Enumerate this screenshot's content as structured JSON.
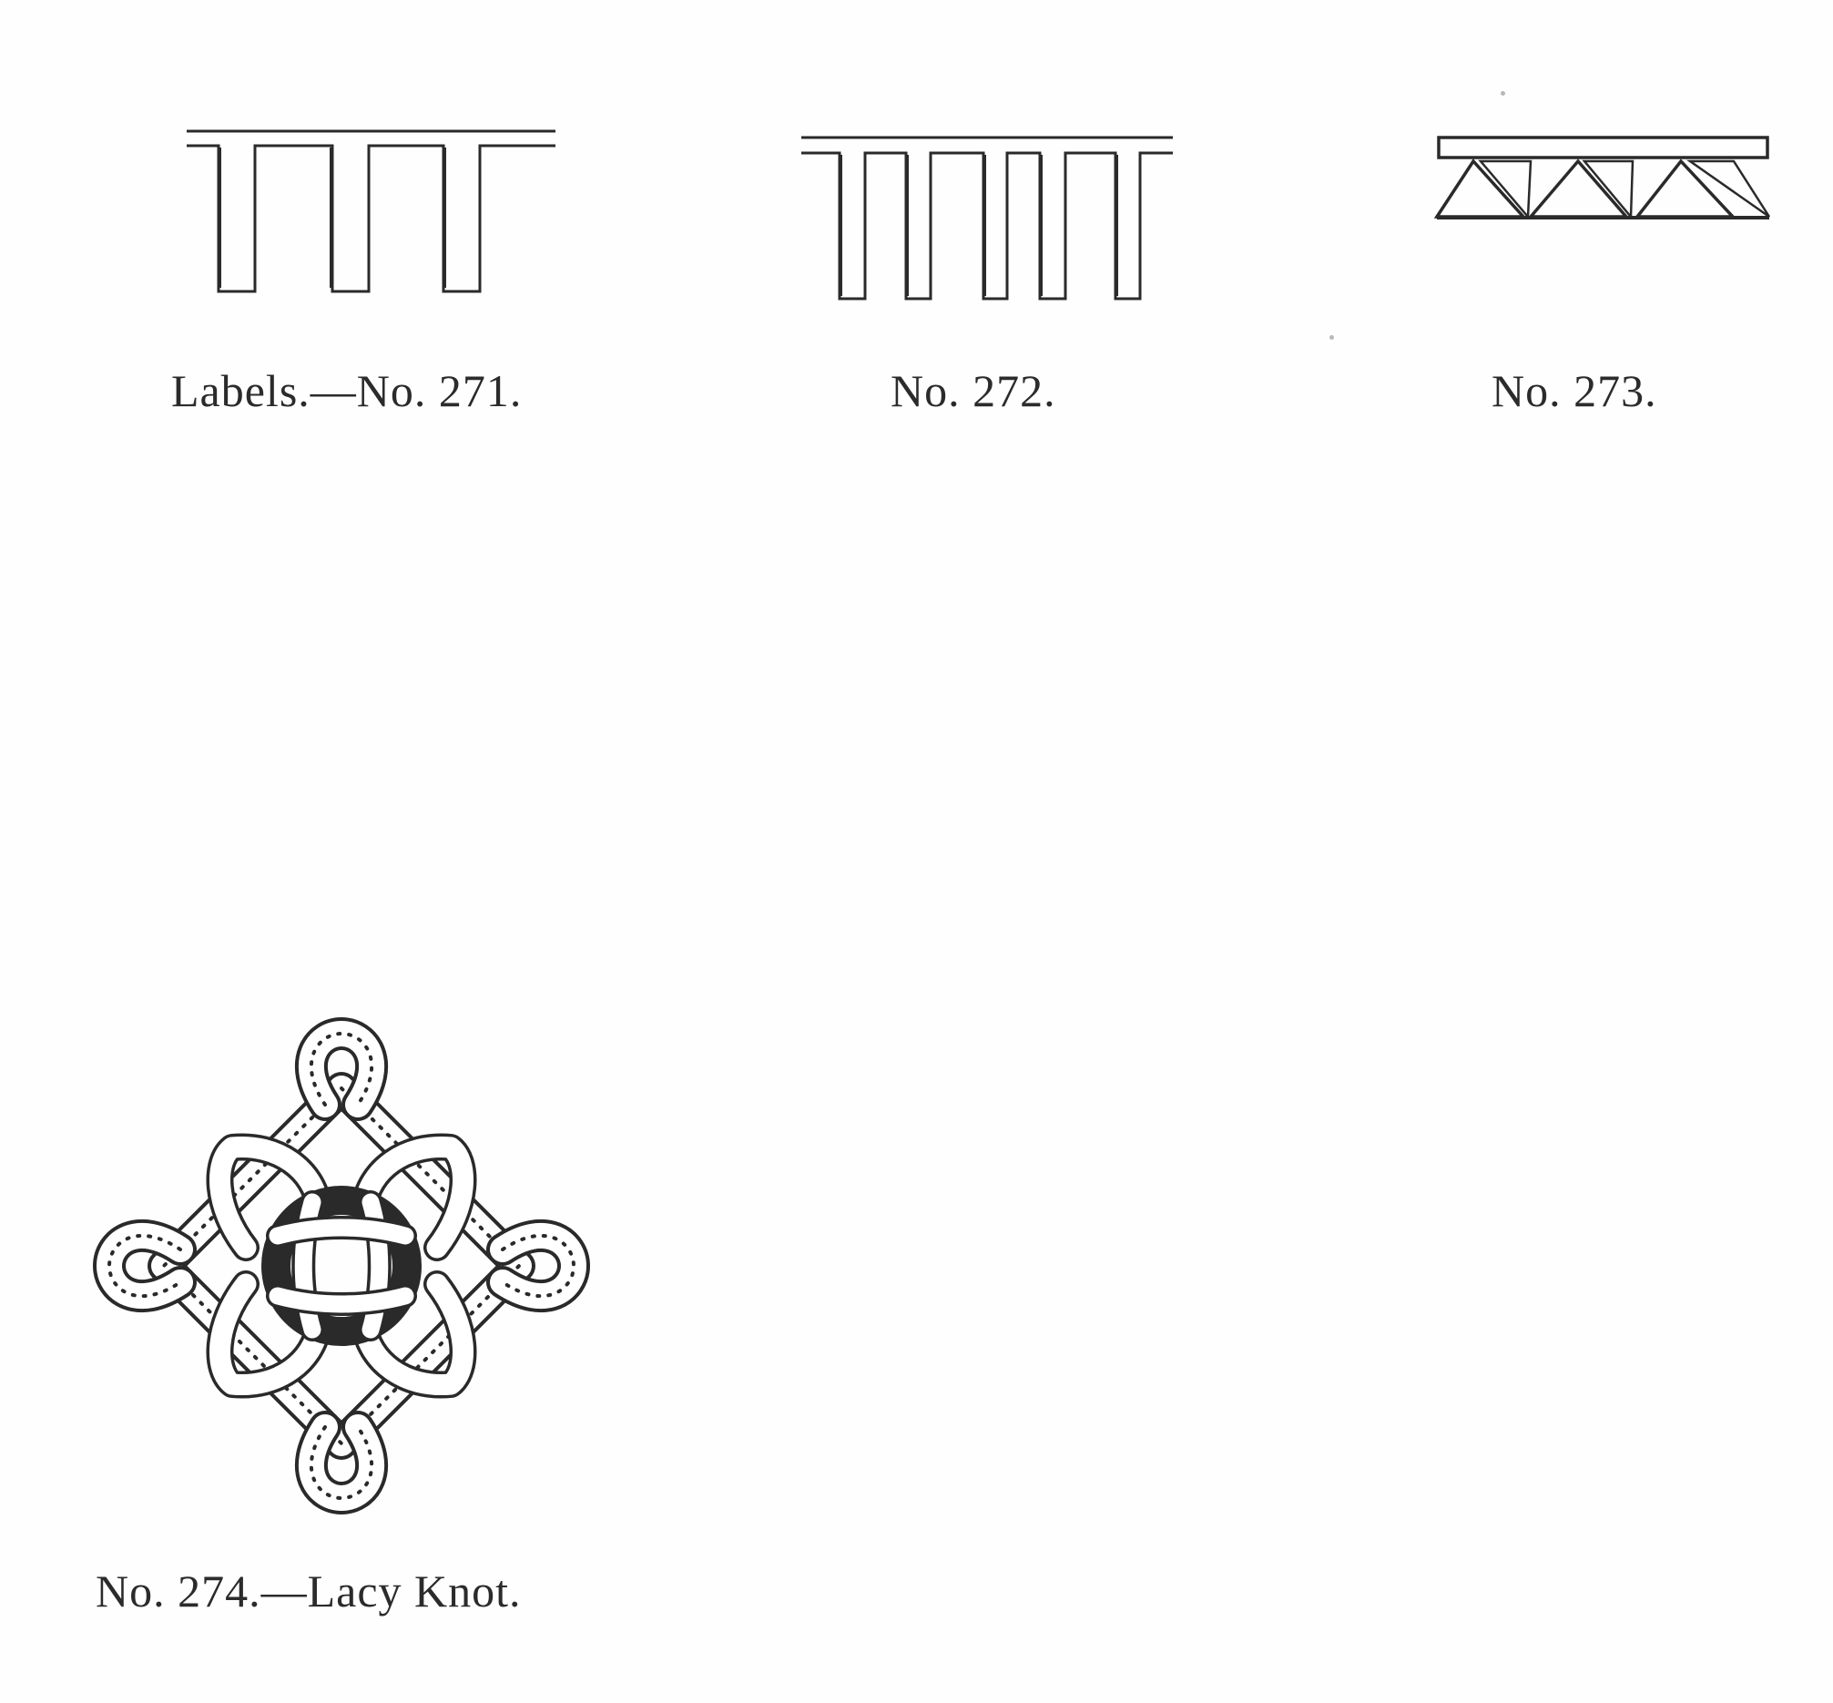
{
  "figures": [
    {
      "id": "271",
      "caption": "Labels.—No. 271."
    },
    {
      "id": "272",
      "caption": "No. 272."
    },
    {
      "id": "273",
      "caption": "No. 273."
    },
    {
      "id": "274",
      "caption": "No. 274.—Lacy Knot."
    }
  ],
  "colors": {
    "ink": "#2a2a2a",
    "paper": "#fefefe"
  }
}
